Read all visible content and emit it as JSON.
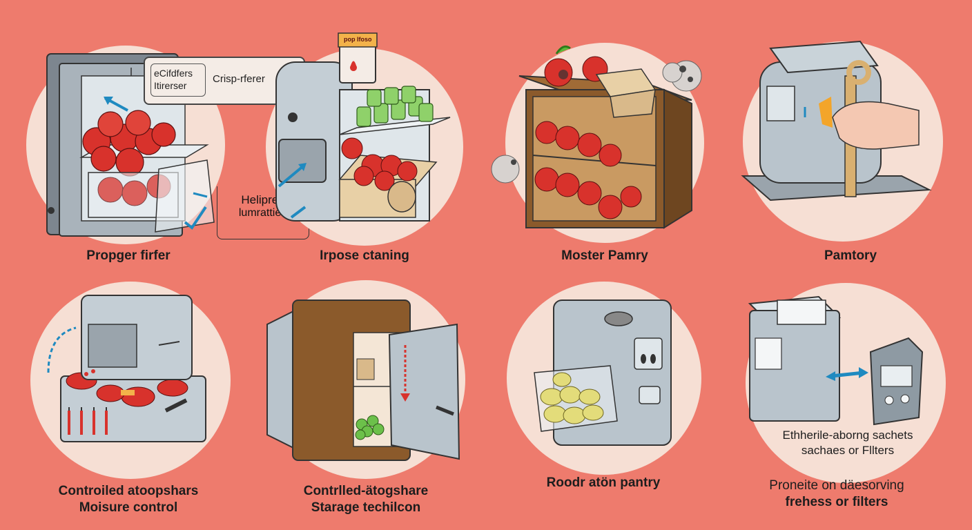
{
  "panels": [
    {
      "caption": [
        "Propger firfer"
      ]
    },
    {
      "caption": [
        "Irpose ctaning"
      ]
    },
    {
      "caption": [
        "Moster Pamry"
      ]
    },
    {
      "caption": [
        "Pamtory"
      ]
    },
    {
      "caption": [
        "Controiled atoopshars",
        "Moisure control"
      ]
    },
    {
      "caption": [
        "Contrlled-ätogshare",
        "Starage techilcon"
      ]
    },
    {
      "caption": [
        "Roodr atön pantry"
      ]
    },
    {
      "caption": [
        "Proneite on däesorving",
        "frehess or filters"
      ],
      "extra": [
        "Ethherile-aborng sachets",
        "sachaes or Fllters"
      ]
    }
  ],
  "callouts": {
    "fridge_bubble_a": [
      "eCifdfers",
      "Itirerser"
    ],
    "fridge_bubble_b": "Crisp-rferer",
    "helper_box": [
      "Helipree",
      "lumrattien"
    ]
  },
  "package_label": "pop lfoso",
  "colors": {
    "background": "#ee7b6d",
    "circle": "#f6dfd4",
    "appliance": "#b9c4cc",
    "apple": "#d8322c",
    "wood": "#8b5a2b",
    "accent_blue": "#1f8ac0"
  }
}
